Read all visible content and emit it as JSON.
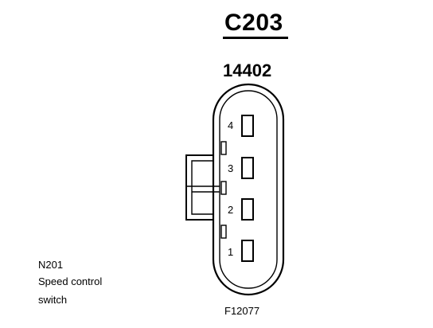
{
  "connector": {
    "id": "C203",
    "part_number": "14402",
    "pins": [
      {
        "label": "4"
      },
      {
        "label": "3"
      },
      {
        "label": "2"
      },
      {
        "label": "1"
      }
    ]
  },
  "component": {
    "code": "N201",
    "description_line1": "Speed control",
    "description_line2": "switch"
  },
  "figure": {
    "id": "F12077"
  }
}
